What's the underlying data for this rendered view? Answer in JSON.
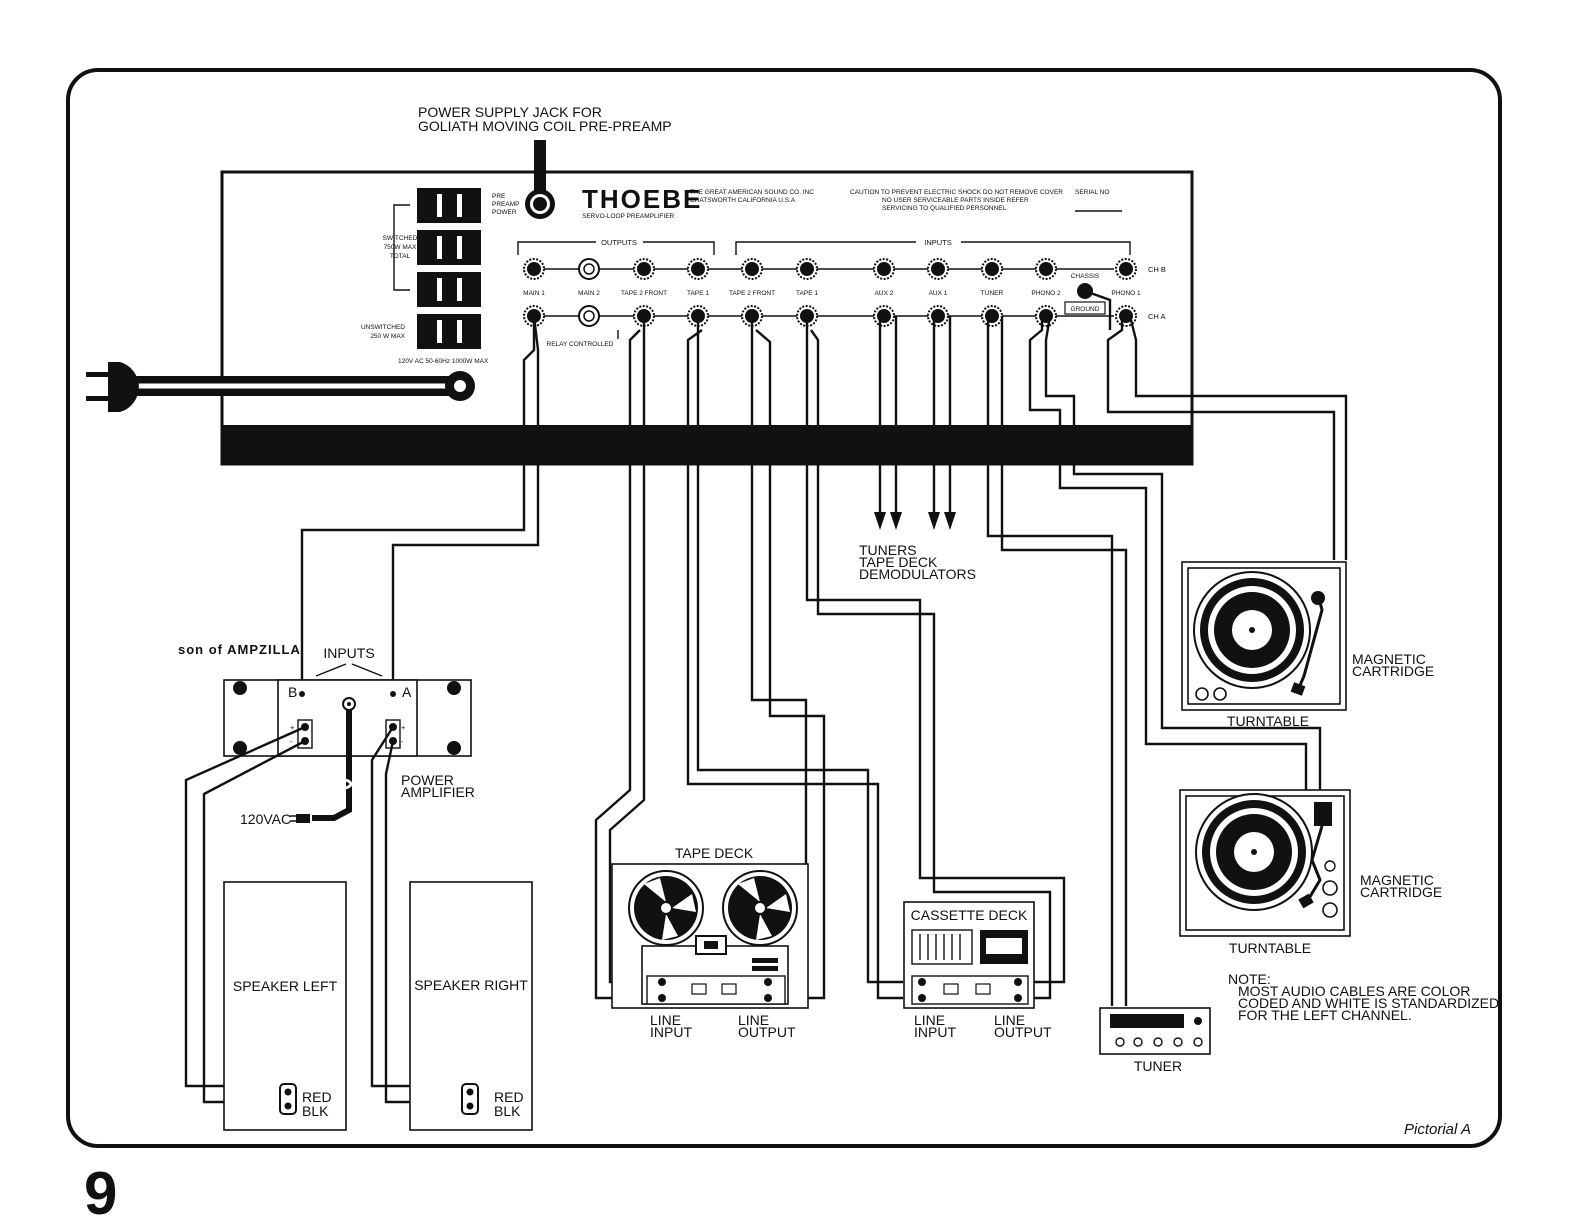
{
  "page_number": "9",
  "pictorial_label": "Pictorial A",
  "power_supply_note": [
    "POWER SUPPLY JACK FOR",
    "GOLIATH MOVING COIL PRE-PREAMP"
  ],
  "preamp": {
    "brand": "THOEBE",
    "model_line": "SERVO-LOOP   PREAMPLIFIER",
    "maker": [
      "THE GREAT AMERICAN SOUND CO. INC",
      "CHATSWORTH      CALIFORNIA U.S.A"
    ],
    "caution": [
      "CAUTION  TO PREVENT ELECTRIC SHOCK DO NOT REMOVE COVER",
      "NO USER SERVICEABLE PARTS INSIDE  REFER",
      "SERVICING TO QUALIFIED PERSONNEL"
    ],
    "serial": "SERIAL NO",
    "pre_preamp_power": [
      "PRE",
      "PREAMP",
      "POWER"
    ],
    "switched": [
      "SWITCHED",
      "750W MAX",
      "TOTAL"
    ],
    "unswitched": [
      "UNSWITCHED",
      "250 W MAX"
    ],
    "ac_rating": "120V AC 50-60Hz  1000W  MAX",
    "outputs_label": "OUTPUTS",
    "inputs_label": "INPUTS",
    "ch_b": "CH B",
    "ch_a": "CH A",
    "chassis": "CHASSIS",
    "ground": "GROUND",
    "relay_controlled": "RELAY CONTROLLED",
    "jacks": [
      "MAIN 1",
      "MAIN 2",
      "TAPE 2 FRONT",
      "TAPE 1",
      "TAPE 2 FRONT",
      "TAPE 1",
      "AUX 2",
      "AUX 1",
      "TUNER",
      "PHONO 2",
      "PHONO 1"
    ]
  },
  "amp": {
    "brand": "son of AMPZILLA",
    "inputs": "INPUTS",
    "b": "B",
    "a": "A",
    "power_amplifier": [
      "POWER",
      "AMPLIFIER"
    ],
    "vac": "120VAC"
  },
  "speakers": [
    {
      "label": "SPEAKER LEFT",
      "red": "RED",
      "blk": "BLK"
    },
    {
      "label": "SPEAKER  RIGHT",
      "red": "RED",
      "blk": "BLK"
    }
  ],
  "tape_deck": {
    "label": "TAPE DECK",
    "line_input": [
      "LINE",
      "INPUT"
    ],
    "line_output": [
      "LINE",
      "OUTPUT"
    ]
  },
  "cassette_deck": {
    "label": "CASSETTE DECK",
    "line_input": [
      "LINE",
      "INPUT"
    ],
    "line_output": [
      "LINE",
      "OUTPUT"
    ]
  },
  "sources_note": [
    "TUNERS",
    "TAPE DECK",
    "DEMODULATORS"
  ],
  "turntables": [
    {
      "label": "TURNTABLE",
      "cartridge": [
        "MAGNETIC",
        "CARTRIDGE"
      ]
    },
    {
      "label": "TURNTABLE",
      "cartridge": [
        "MAGNETIC",
        "CARTRIDGE"
      ]
    }
  ],
  "tuner": "TUNER",
  "note": [
    "NOTE:",
    "MOST AUDIO CABLES ARE COLOR",
    "CODED AND WHITE IS STANDARDIZED",
    "FOR THE LEFT CHANNEL."
  ]
}
